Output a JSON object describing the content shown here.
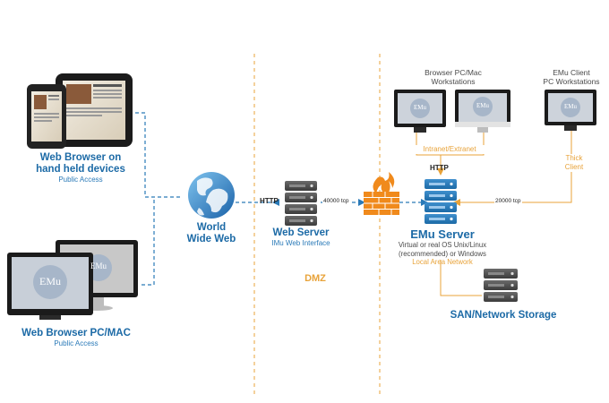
{
  "nodes": {
    "handheld": {
      "title_line1": "Web Browser on",
      "title_line2": "hand held devices",
      "subtitle": "Public Access"
    },
    "pc_mac": {
      "title": "Web Browser PC/MAC",
      "subtitle": "Public Access"
    },
    "www": {
      "title_line1": "World",
      "title_line2": "Wide Web"
    },
    "web_server": {
      "title": "Web Server",
      "subtitle": "IMu Web Interface"
    },
    "browser_ws": {
      "line1": "Browser PC/Mac",
      "line2": "Workstations"
    },
    "emu_client_ws": {
      "line1": "EMu Client",
      "line2": "PC Workstations"
    },
    "emu_server": {
      "title": "EMu Server",
      "desc_line1": "Virtual or real OS Unix/Linux",
      "desc_line2": "(recommended) or Windows",
      "network": "Local Area Network"
    },
    "san": {
      "title": "SAN/Network Storage"
    }
  },
  "connections": {
    "http_www": "HTTP",
    "port_40000": "40000 tcp",
    "intranet": "Intranet/Extranet",
    "http_emu": "HTTP",
    "thick_client_line1": "Thick",
    "thick_client_line2": "Client",
    "port_20000": "20000 tcp"
  },
  "zones": {
    "dmz": "DMZ"
  },
  "screen_logo": "EMu",
  "colors": {
    "brand_blue": "#1c6aa6",
    "accent_orange": "#e8a33a",
    "firewall_orange": "#f08a1c",
    "server_gray": "#4d4d4d",
    "server_blue": "#2a7ab8"
  }
}
